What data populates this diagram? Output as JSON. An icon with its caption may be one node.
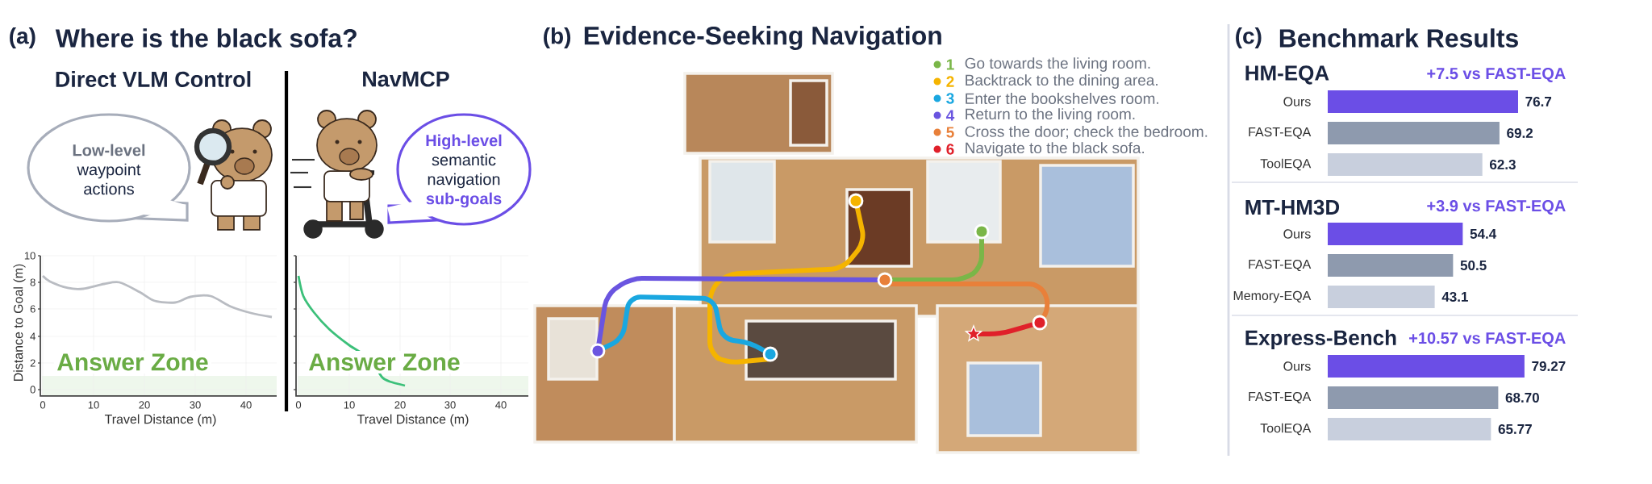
{
  "diagram": {
    "nodes": [
      {
        "text": [
          "Low-level",
          "waypoint actions"
        ]
      },
      {
        "text": [
          "High-level",
          "semantic navigation",
          "sub-goals"
        ]
      }
    ],
    "labels": [
      "(a)",
      "Where is the black sofa?",
      "Direct VLM Control",
      "NavMCP",
      "10",
      "8",
      "6",
      "4",
      "2",
      "0",
      "Distance to Goal (m)",
      "0",
      "10",
      "20",
      "30",
      "40",
      "Travel Distance (m)",
      "Answer Zone",
      "0",
      "10",
      "20",
      "30",
      "40",
      "Travel Distance (m)",
      "Answer Zone",
      "(b)",
      "Evidence-Seeking Navigation",
      "1",
      "2",
      "3",
      "4",
      "5",
      "6",
      "(c)",
      "Benchmark Results",
      "HM-EQA",
      "+7.5 vs FAST-EQA",
      "MT-HM3D",
      "+3.9 vs FAST-EQA",
      "Express-Bench",
      "+10.57 vs FAST-EQA"
    ],
    "legend": [
      {
        "text": "Go towards the living room.",
        "color": "#7ab648"
      },
      {
        "text": "Backtrack to the dining area.",
        "color": "#f5b400"
      },
      {
        "text": "Enter the bookshelves room.",
        "color": "#1aa7e0"
      },
      {
        "text": "Return to the living room.",
        "color": "#6a55e0"
      },
      {
        "text": "Cross the door; check the bedroom.",
        "color": "#e8803a"
      },
      {
        "text": "Navigate to the black sofa.",
        "color": "#e0202a"
      }
    ],
    "chart_data": {
      "type": "bar",
      "orientation": "horizontal",
      "categories": [
        "Ours",
        "FAST-EQA",
        "ToolEQA",
        "Ours",
        "FAST-EQA",
        "Memory-EQA",
        "Ours",
        "FAST-EQA",
        "ToolEQA"
      ],
      "series": [
        {
          "color": "#6b4ee6",
          "values": [
            76.7,
            null,
            null,
            54.4,
            null,
            null,
            79.27,
            null,
            null
          ],
          "value_labels": [
            "76.7",
            null,
            null,
            "54.4",
            null,
            null,
            "79.27",
            null,
            null
          ]
        },
        {
          "color": "#8e9aae",
          "values": [
            null,
            69.2,
            null,
            null,
            50.5,
            null,
            null,
            68.7,
            null
          ],
          "value_labels": [
            null,
            "69.2",
            null,
            null,
            "50.5",
            null,
            null,
            "68.70",
            null
          ]
        },
        {
          "color": "#c8cfdd",
          "values": [
            null,
            null,
            62.3,
            null,
            null,
            43.1,
            null,
            null,
            65.77
          ],
          "value_labels": [
            null,
            null,
            "62.3",
            null,
            null,
            "43.1",
            null,
            null,
            "65.77"
          ]
        }
      ],
      "stacked": false
    }
  }
}
